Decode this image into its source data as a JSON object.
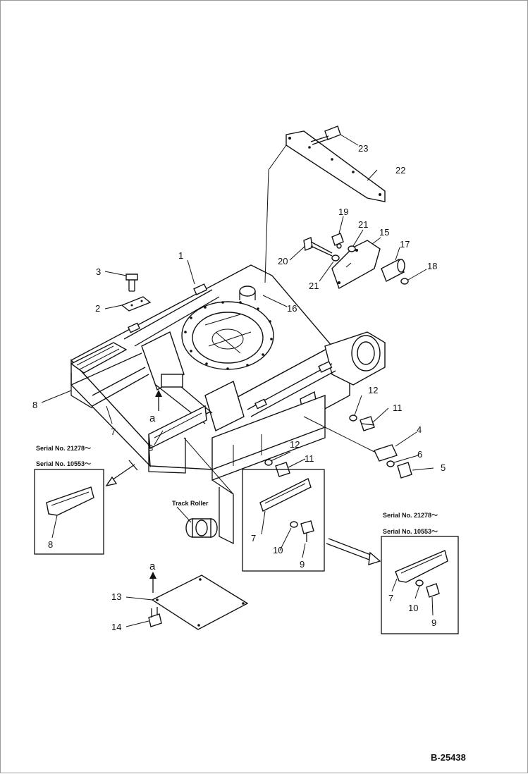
{
  "drawing_code": "B-25438",
  "callouts": {
    "c1": "1",
    "c2": "2",
    "c3": "3",
    "c4": "4",
    "c5": "5",
    "c6": "6",
    "c7a": "7",
    "c7b": "7",
    "c7c": "7",
    "c8a": "8",
    "c8b": "8",
    "c8c": "8",
    "c9a": "9",
    "c9b": "9",
    "c10a": "10",
    "c10b": "10",
    "c11a": "11",
    "c11b": "11",
    "c12a": "12",
    "c12b": "12",
    "c13": "13",
    "c14": "14",
    "c15": "15",
    "c16": "16",
    "c17": "17",
    "c18": "18",
    "c19": "19",
    "c20": "20",
    "c21a": "21",
    "c21b": "21",
    "c22": "22",
    "c23": "23"
  },
  "view_marks": {
    "top": "a",
    "bottom": "a"
  },
  "serial_labels": {
    "left_1": "Serial No. 21278～",
    "left_2": "Serial No. 10553～",
    "right_1": "Serial No. 21278～",
    "right_2": "Serial No. 10553～"
  },
  "component_labels": {
    "track_roller": "Track Roller"
  }
}
